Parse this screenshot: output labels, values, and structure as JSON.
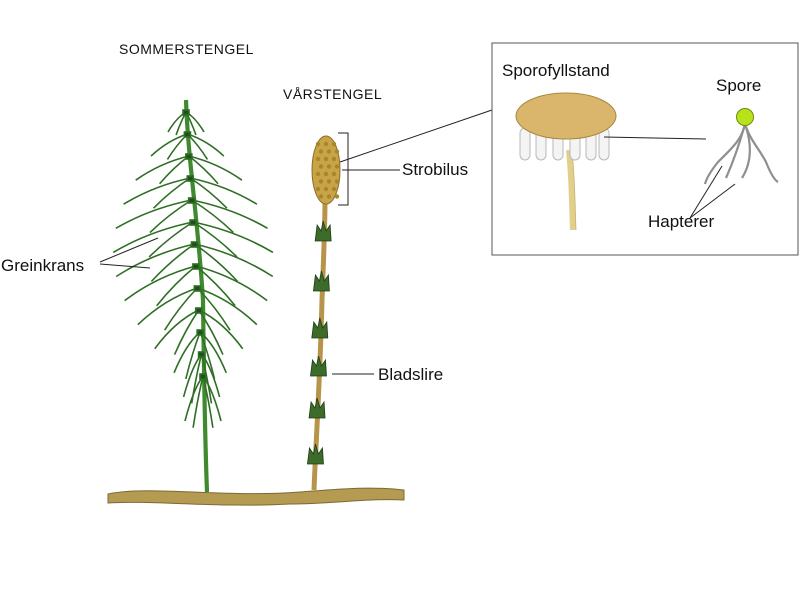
{
  "labels": {
    "summer_stem": "SOMMERSTENGEL",
    "spring_stem": "VÅRSTENGEL",
    "branch_whorl": "Greinkrans",
    "strobilus": "Strobilus",
    "leaf_sheath": "Bladslire",
    "sporophyll_stand": "Sporofyllstand",
    "spore": "Spore",
    "hapters": "Hapterer"
  },
  "colors": {
    "stem_green": "#3f8a2e",
    "dark_green": "#1f4f1a",
    "rhizome": "#b59a52",
    "cone": "#c9a447",
    "sporophyll": "#d9b66b",
    "spore": "#b8e21a",
    "pale_stalk": "#e3cf8c"
  }
}
